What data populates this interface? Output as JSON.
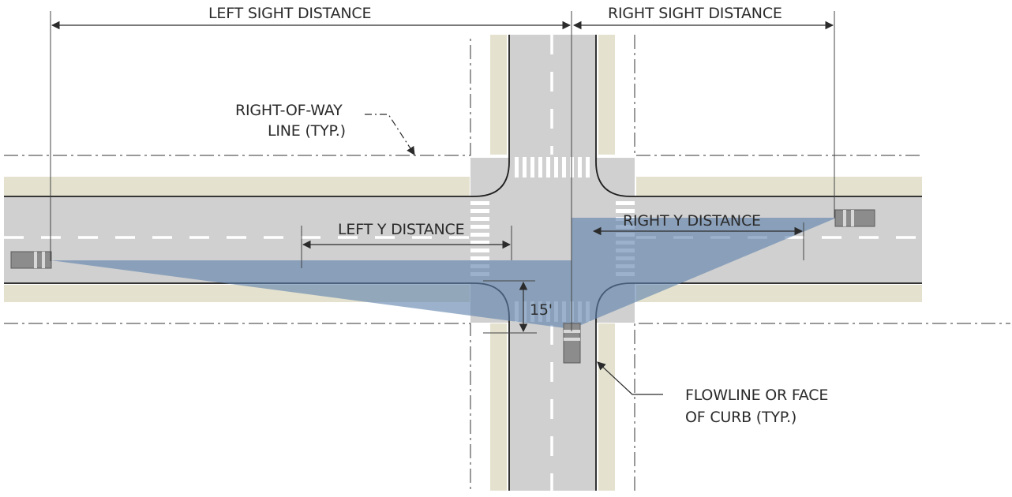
{
  "labels": {
    "left_sight_distance": "LEFT SIGHT DISTANCE",
    "right_sight_distance": "RIGHT SIGHT DISTANCE",
    "right_of_way_line_1": "RIGHT-OF-WAY",
    "right_of_way_line_2": "LINE (TYP.)",
    "left_y_distance": "LEFT Y DISTANCE",
    "right_y_distance": "RIGHT Y DISTANCE",
    "offset_dimension": "15'",
    "flowline_1": "FLOWLINE OR FACE",
    "flowline_2": "OF CURB (TYP.)"
  },
  "colors": {
    "pavement": "#d0d0d0",
    "sidewalk": "#e4e2cf",
    "sight_triangle": "#6f8fb3",
    "curb": "#1e1e1e",
    "lane_marking": "#ffffff",
    "vehicle": "#8a8a8a",
    "text": "#2b2b2b"
  }
}
